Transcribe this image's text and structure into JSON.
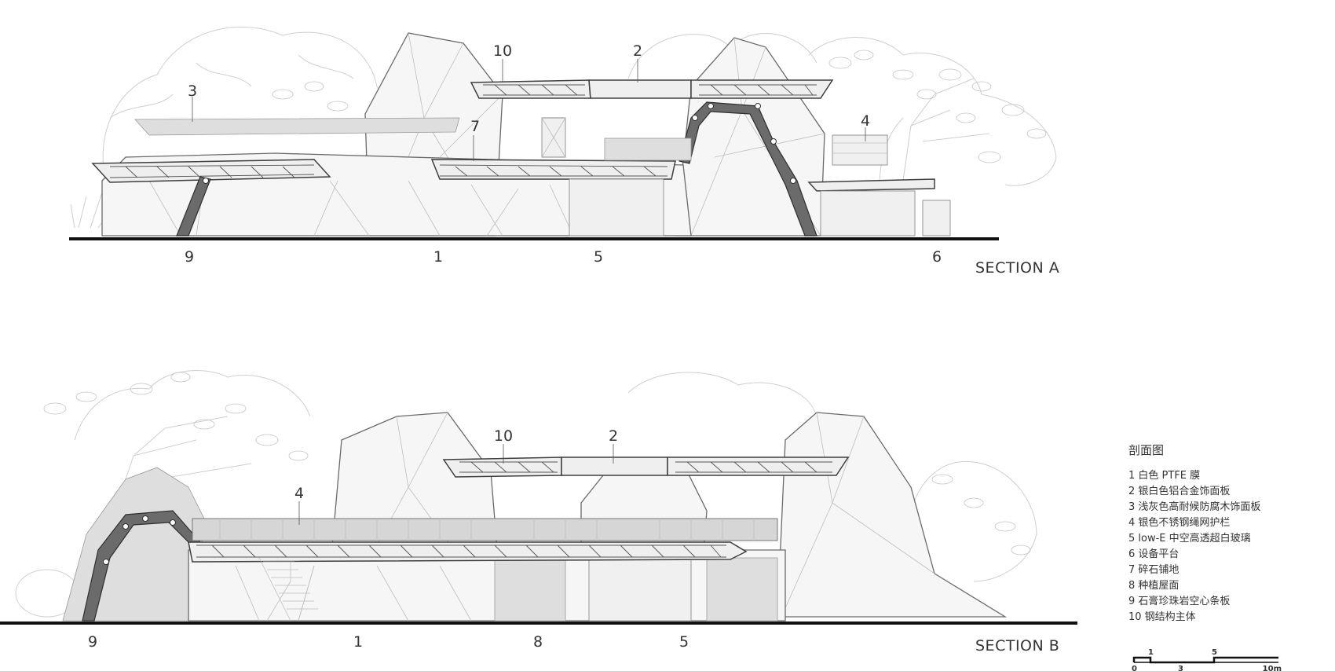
{
  "sections": [
    {
      "title": "SECTION A",
      "callouts": [
        "3",
        "10",
        "2",
        "7",
        "4",
        "9",
        "1",
        "5",
        "6"
      ]
    },
    {
      "title": "SECTION B",
      "callouts": [
        "10",
        "2",
        "4",
        "9",
        "1",
        "8",
        "5"
      ]
    }
  ],
  "legend": {
    "title": "剖面图",
    "items": [
      "1 白色 PTFE 膜",
      "2  银白色铝合金饰面板",
      "3  浅灰色高耐候防腐木饰面板",
      "4  银色不锈钢绳网护栏",
      "5   low-E 中空高透超白玻璃",
      "6  设备平台",
      "7  碎石铺地",
      "8  种植屋面",
      "9 石膏珍珠岩空心条板",
      "10 钢结构主体"
    ]
  },
  "scale_bar": {
    "top_labels": [
      "1",
      "5"
    ],
    "bottom_labels": [
      "0",
      "3",
      "10m"
    ]
  },
  "colors": {
    "ink": "#2a2a2a",
    "ground_line": "#111111",
    "tree_lines": "#cfcfcf",
    "membrane_fill": "#f6f6f6",
    "steel_arch": "#6b6b6b"
  }
}
